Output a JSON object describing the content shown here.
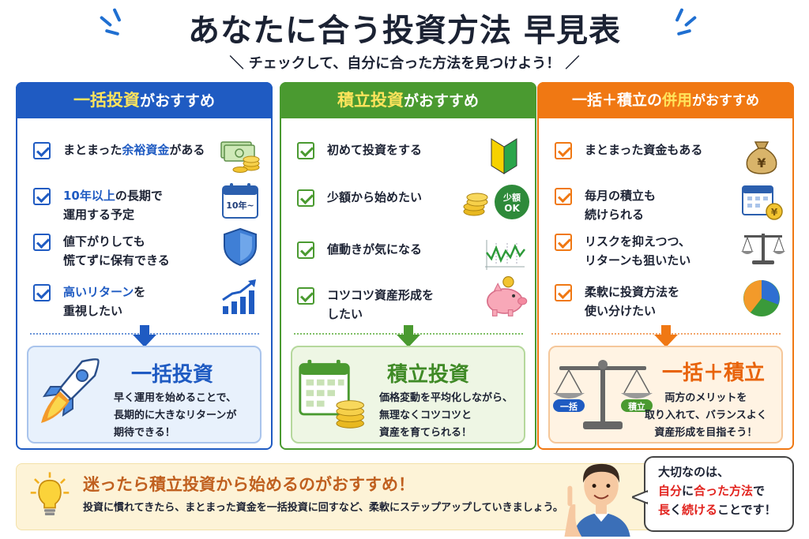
{
  "title": "あなたに合う投資方法 早見表",
  "subtitle": "＼ チェックして、自分に合った方法を見つけよう！ ／",
  "colors": {
    "blue": "#1f5bc2",
    "green": "#4a9a30",
    "orange": "#f07813",
    "result_blue_bg": "#e8f1fc",
    "result_green_bg": "#eef6e4",
    "result_orange_bg": "#fff1e0"
  },
  "columns": [
    {
      "head_keyword": "一括投資",
      "head_suffix": "がおすすめ",
      "items": [
        {
          "pre": "まとまった",
          "hl": "余裕資金",
          "post": "がある",
          "icon": "money-stack-icon"
        },
        {
          "pre": "",
          "hl": "10年以上",
          "post": "の長期で",
          "line2": "運用する予定",
          "icon": "calendar-10-years-icon",
          "badge": "10年~"
        },
        {
          "pre": "値下がりしても",
          "hl": "",
          "post": "",
          "line2": "慌てずに保有できる",
          "icon": "shield-icon"
        },
        {
          "pre": "",
          "hl": "高いリターン",
          "post": "を",
          "line2": "重視したい",
          "icon": "rising-chart-icon"
        }
      ],
      "result_title": "一括投資",
      "result_lines": [
        "早く運用を始めることで、",
        "長期的に大きなリターンが",
        "期待できる！"
      ],
      "result_icon": "rocket-icon"
    },
    {
      "head_keyword": "積立投資",
      "head_suffix": "がおすすめ",
      "items": [
        {
          "pre": "初めて投資をする",
          "hl": "",
          "post": "",
          "icon": "beginner-mark-icon"
        },
        {
          "pre": "少額から始めたい",
          "hl": "",
          "post": "",
          "icon": "coins-icon",
          "badge": "少額",
          "badge2": "OK"
        },
        {
          "pre": "値動きが気になる",
          "hl": "",
          "post": "",
          "icon": "price-wave-icon"
        },
        {
          "pre": "コツコツ資産形成を",
          "hl": "",
          "post": "",
          "line2": "したい",
          "icon": "piggy-bank-icon"
        }
      ],
      "result_title": "積立投資",
      "result_lines": [
        "価格変動を平均化しながら、",
        "無理なくコツコツと",
        "資産を育てられる！"
      ],
      "result_icon": "calendar-coins-icon"
    },
    {
      "head_keyword": "一括＋積立の",
      "head_hl": "併用",
      "head_suffix": "がおすすめ",
      "items": [
        {
          "pre": "まとまった資金もある",
          "hl": "",
          "post": "",
          "icon": "yen-bag-icon"
        },
        {
          "pre": "毎月の積立も",
          "hl": "",
          "post": "",
          "line2": "続けられる",
          "icon": "calendar-yen-icon"
        },
        {
          "pre": "リスクを抑えつつ、",
          "hl": "",
          "post": "",
          "line2": "リターンも狙いたい",
          "icon": "balance-scale-icon"
        },
        {
          "pre": "柔軟に投資方法を",
          "hl": "",
          "post": "",
          "line2": "使い分けたい",
          "icon": "pie-chart-icon"
        }
      ],
      "result_title": "一括＋積立",
      "result_lines": [
        "両方のメリットを",
        "取り入れて、バランスよく",
        "資産形成を目指そう！"
      ],
      "result_icon": "scale-lump-reserve-icon",
      "scale_left": "一括",
      "scale_right": "積立"
    }
  ],
  "bottom": {
    "head": "迷ったら積立投資から始めるのがおすすめ！",
    "text": "投資に慣れてきたら、まとまった資金を一括投資に回すなど、柔軟にステップアップしていきましょう。",
    "icon": "lightbulb-icon"
  },
  "bubble": {
    "line1": "大切なのは、",
    "l2_a": "自分",
    "l2_b": "に",
    "l2_c": "合った方法",
    "l2_d": "で",
    "l3_a": "長",
    "l3_b": "く",
    "l3_c": "続ける",
    "l3_d": "ことです！"
  }
}
